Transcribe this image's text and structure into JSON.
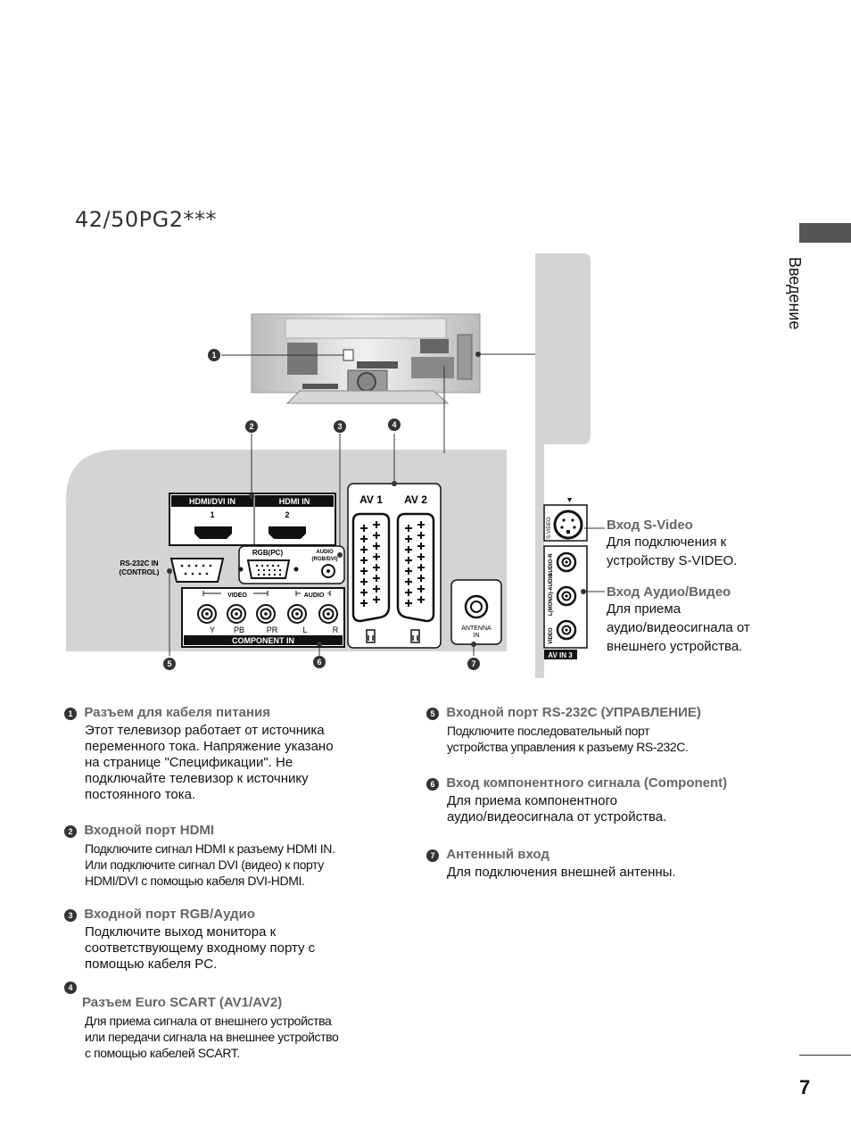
{
  "model": "42/50PG2***",
  "section_title": "Введение",
  "page_number": "7",
  "diagram": {
    "labels": {
      "hdmi_dvi_in": "HDMI/DVI IN",
      "hdmi_in": "HDMI IN",
      "hdmi_1": "1",
      "hdmi_2": "2",
      "rgb_pc": "RGB(PC)",
      "audio_rgb_dvi_1": "AUDIO",
      "audio_rgb_dvi_2": "(RGB/DVI)",
      "rs232_1": "RS-232C IN",
      "rs232_2": "(CONTROL)",
      "video": "VIDEO",
      "audio": "AUDIO",
      "y": "Y",
      "pb": "PB",
      "pr": "PR",
      "l": "L",
      "r": "R",
      "component_in": "COMPONENT IN",
      "av1": "AV 1",
      "av2": "AV 2",
      "antenna_1": "ANTENNA",
      "antenna_2": "IN",
      "s_video": "S-VIDEO",
      "audio_r": "AUDIO-R",
      "audio_lmono": "L(MONO)-AUDIO",
      "video_side": "VIDEO",
      "av_in3": "AV IN 3"
    },
    "callouts": [
      "1",
      "2",
      "3",
      "4",
      "5",
      "6",
      "7"
    ]
  },
  "side_panel": {
    "svideo_title": "Вход S-Video",
    "svideo_body": [
      "Для подключения к",
      "устройству S-VIDEO."
    ],
    "av_title": "Вход Аудио/Видео",
    "av_body": [
      "Для приема",
      "аудио/видеосигнала от",
      "внешнего устройства."
    ]
  },
  "items": [
    {
      "num": "1",
      "title": "Разъем для кабеля питания",
      "body": [
        "Этот телевизор работает от источника",
        "переменного тока. Напряжение указано",
        "на странице \"Спецификации\". Не",
        "подключайте телевизор к источнику",
        "постоянного тока."
      ]
    },
    {
      "num": "2",
      "title": "Входной порт HDMI",
      "body": [
        "Подключите сигнал HDMI к разъему HDMI IN.",
        "Или подключите сигнал DVI (видео) к порту",
        "HDMI/DVI с помощью кабеля DVI-HDMI."
      ]
    },
    {
      "num": "3",
      "title": "Входной порт RGB/Аудио",
      "body": [
        "Подключите выход монитора к",
        "соответствующему входному порту с",
        "помощью кабеля PC."
      ]
    },
    {
      "num": "4",
      "title": "Разъем Euro SCART (AV1/AV2)",
      "body": [
        "Для приема сигнала от внешнего устройства",
        "или передачи сигнала на внешнее устройство",
        "с помощью кабелей SCART."
      ]
    },
    {
      "num": "5",
      "title": "Входной порт RS-232C (УПРАВЛЕНИЕ)",
      "body": [
        "Подключите последовательный порт",
        "устройства управления к разъему RS-232C."
      ]
    },
    {
      "num": "6",
      "title": "Вход компонентного сигнала (Component)",
      "body": [
        "Для приема компонентного",
        "аудио/видеосигнала от устройства."
      ]
    },
    {
      "num": "7",
      "title": "Антенный вход",
      "body": [
        "Для подключения внешней антенны."
      ]
    }
  ]
}
